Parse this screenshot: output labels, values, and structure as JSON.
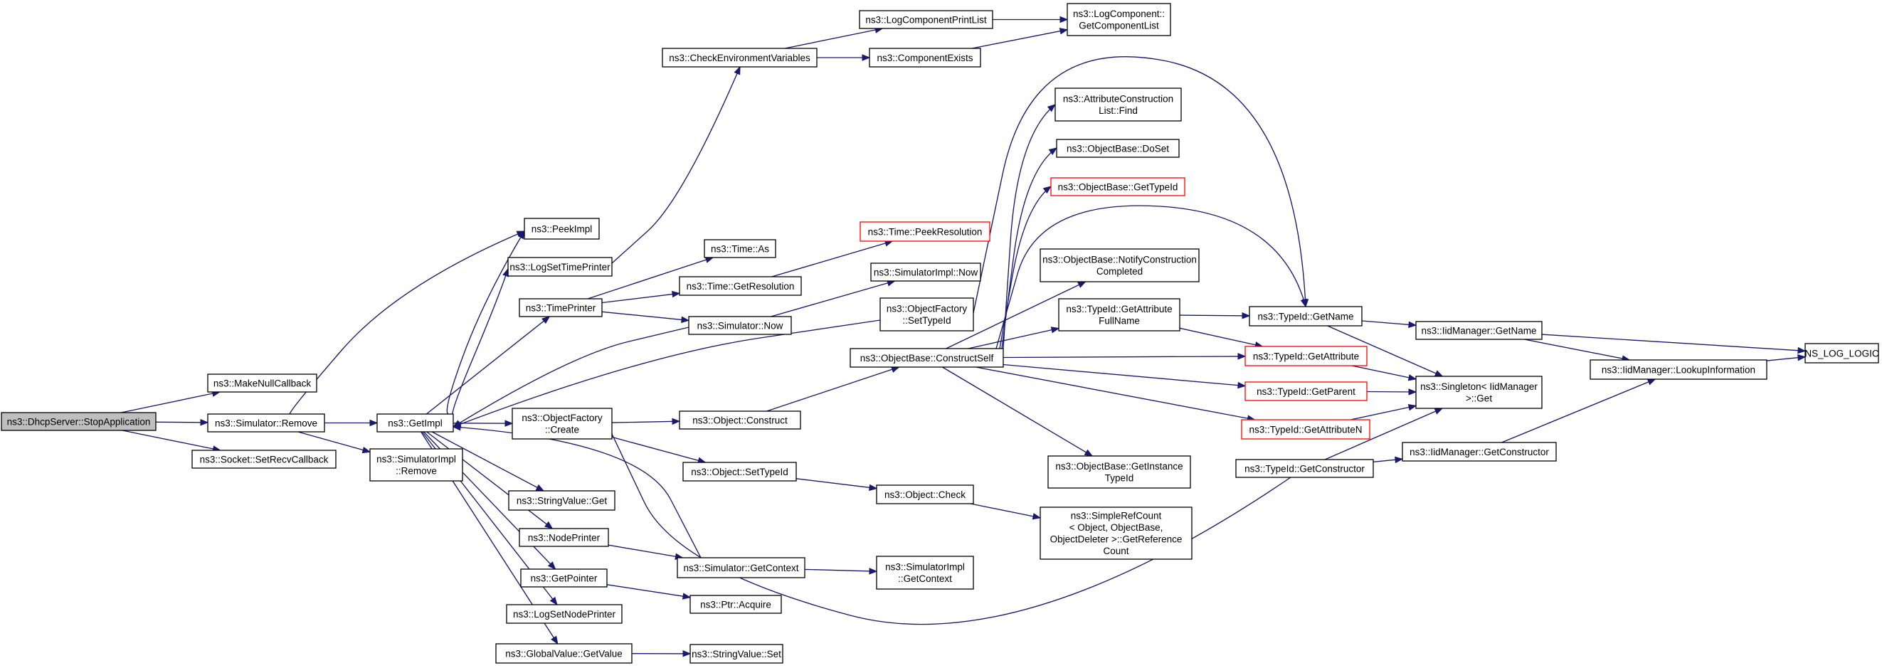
{
  "colors": {
    "edge": "#191970",
    "border": "#000000",
    "link_border_red": "#ff0000",
    "root_fill": "#bfbfbf",
    "background": "#ffffff"
  },
  "nodes": {
    "stop_app": [
      "ns3::DhcpServer::StopApplication"
    ],
    "make_null_cb": [
      "ns3::MakeNullCallback"
    ],
    "sim_remove": [
      "ns3::Simulator::Remove"
    ],
    "sock_setrecv": [
      "ns3::Socket::SetRecvCallback"
    ],
    "get_impl": [
      "ns3::GetImpl"
    ],
    "simimpl_remove": [
      "ns3::SimulatorImpl",
      "::Remove"
    ],
    "peek_impl": [
      "ns3::PeekImpl"
    ],
    "log_set_time": [
      "ns3::LogSetTimePrinter"
    ],
    "time_printer": [
      "ns3::TimePrinter"
    ],
    "obj_factory_create": [
      "ns3::ObjectFactory",
      "::Create"
    ],
    "string_value_get": [
      "ns3::StringValue::Get"
    ],
    "node_printer": [
      "ns3::NodePrinter"
    ],
    "get_pointer": [
      "ns3::GetPointer"
    ],
    "log_set_node": [
      "ns3::LogSetNodePrinter"
    ],
    "global_value_get": [
      "ns3::GlobalValue::GetValue"
    ],
    "check_env": [
      "ns3::CheckEnvironmentVariables"
    ],
    "time_as": [
      "ns3::Time::As"
    ],
    "time_get_res": [
      "ns3::Time::GetResolution"
    ],
    "sim_now": [
      "ns3::Simulator::Now"
    ],
    "object_construct": [
      "ns3::Object::Construct"
    ],
    "object_set_typeid": [
      "ns3::Object::SetTypeId"
    ],
    "sim_get_context": [
      "ns3::Simulator::GetContext"
    ],
    "ptr_acquire": [
      "ns3::Ptr::Acquire"
    ],
    "string_value_set": [
      "ns3::StringValue::Set"
    ],
    "log_comp_print": [
      "ns3::LogComponentPrintList"
    ],
    "comp_exists": [
      "ns3::ComponentExists"
    ],
    "log_comp_list": [
      "ns3::LogComponent::",
      "GetComponentList"
    ],
    "time_peek_res": [
      "ns3::Time::PeekResolution"
    ],
    "simimpl_now": [
      "ns3::SimulatorImpl::Now"
    ],
    "obj_factory_settypeid": [
      "ns3::ObjectFactory",
      "::SetTypeId"
    ],
    "obj_base_construct_self": [
      "ns3::ObjectBase::ConstructSelf"
    ],
    "object_check": [
      "ns3::Object::Check"
    ],
    "simimpl_get_context": [
      "ns3::SimulatorImpl",
      "::GetContext"
    ],
    "attr_construction_find": [
      "ns3::AttributeConstruction",
      "List::Find"
    ],
    "obj_base_doset": [
      "ns3::ObjectBase::DoSet"
    ],
    "obj_base_gettypeid": [
      "ns3::ObjectBase::GetTypeId"
    ],
    "obj_base_notify": [
      "ns3::ObjectBase::NotifyConstruction",
      "Completed"
    ],
    "typeid_get_attr_full": [
      "ns3::TypeId::GetAttribute",
      "FullName"
    ],
    "obj_base_get_instance": [
      "ns3::ObjectBase::GetInstance",
      "TypeId"
    ],
    "simple_ref_count": [
      "ns3::SimpleRefCount",
      "< Object, ObjectBase,",
      "ObjectDeleter >::GetReference",
      "Count"
    ],
    "typeid_get_name": [
      "ns3::TypeId::GetName"
    ],
    "typeid_get_attr": [
      "ns3::TypeId::GetAttribute"
    ],
    "typeid_get_parent": [
      "ns3::TypeId::GetParent"
    ],
    "typeid_get_attr_n": [
      "ns3::TypeId::GetAttributeN"
    ],
    "typeid_get_constructor": [
      "ns3::TypeId::GetConstructor"
    ],
    "iid_get_name": [
      "ns3::IidManager::GetName"
    ],
    "singleton_get": [
      "ns3::Singleton< IidManager",
      ">::Get"
    ],
    "iid_get_constructor": [
      "ns3::IidManager::GetConstructor"
    ],
    "iid_lookup": [
      "ns3::IidManager::LookupInformation"
    ],
    "ns_log_logic": [
      "NS_LOG_LOGIC"
    ]
  }
}
